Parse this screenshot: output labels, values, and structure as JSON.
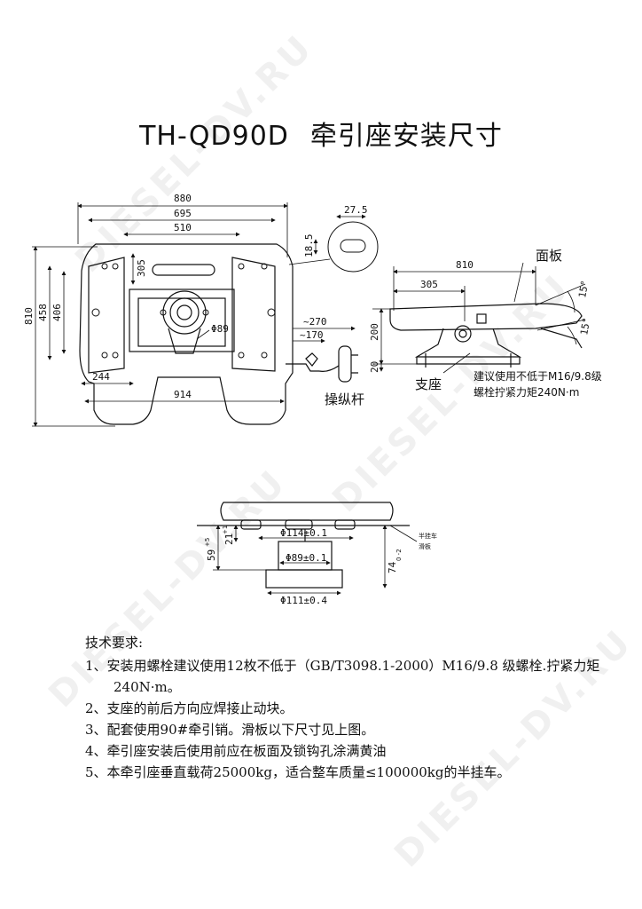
{
  "title": {
    "model": "TH-QD90D",
    "name": "牵引座安装尺寸"
  },
  "top_view": {
    "dims": {
      "w880": "880",
      "w695": "695",
      "w510": "510",
      "h305": "305",
      "h810": "810",
      "h458": "458",
      "h406": "406",
      "w244": "244",
      "w914": "914",
      "d89": "Φ89",
      "w270": "~270",
      "w170": "~170"
    },
    "lever_label": "操纵杆"
  },
  "detail": {
    "w27_5": "27.5",
    "h18_5": "18.5"
  },
  "side_view": {
    "dims": {
      "w810": "810",
      "w305": "305",
      "h200": "200",
      "h20": "20",
      "a15a": "15°",
      "a15b": "15°"
    },
    "plate_label": "面板",
    "support_label": "支座",
    "note_line1": "建议使用不低于M16/9.8级",
    "note_line2": "螺栓拧紧力矩240N·m"
  },
  "bottom_view": {
    "dims": {
      "d114": "Φ114±0.1",
      "d89": "Φ89±0.1",
      "d111": "Φ111±0.4",
      "h59": "59",
      "h59_tol": "+5",
      "h21": "21",
      "h21_tol": "+1",
      "h74": "74",
      "h74_tol": "0 -2"
    },
    "slide_label_1": "半挂车",
    "slide_label_2": "滑板"
  },
  "requirements": {
    "heading": "技术要求:",
    "items": [
      "1、安装用螺栓建议使用12枚不低于（GB/T3098.1-2000）M16/9.8 级螺栓.拧紧力矩240N·m。",
      "2、支座的前后方向应焊接止动块。",
      "3、配套使用90#牵引销。滑板以下尺寸见上图。",
      "4、牵引座安装后使用前应在板面及锁钩孔涂满黄油",
      "5、本牵引座垂直载荷25000kg，适合整车质量≤100000kg的半挂车。"
    ]
  },
  "watermark": "DIESEL-DV.RU"
}
